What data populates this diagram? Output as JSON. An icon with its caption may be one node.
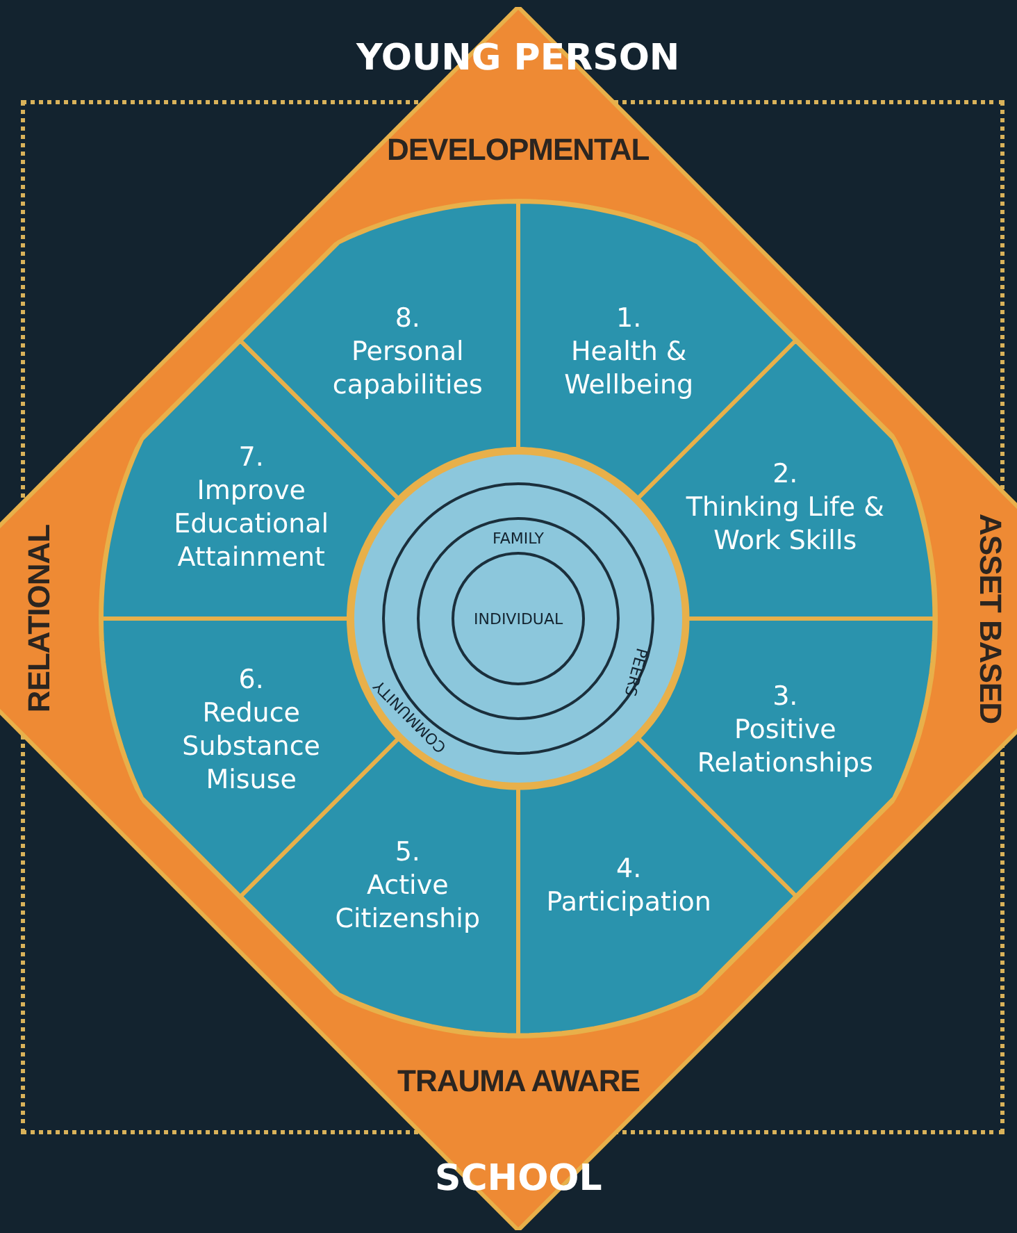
{
  "diagram": {
    "nodes": [
      {
        "text": [
          "DEVELOPMENTAL",
          "ASSET BASED",
          "TRAUMA AWARE",
          "RELATIONAL"
        ]
      },
      {
        "text": [],
        "shape": "circle",
        "in": 0
      },
      {
        "text": [
          "1.",
          "Health & Wellbeing"
        ],
        "in": 1
      },
      {
        "text": [
          "2.",
          "Thinking Life & Work Skills"
        ],
        "in": 1
      },
      {
        "text": [
          "3.",
          "Positive Relationships"
        ],
        "in": 1
      },
      {
        "text": [
          "4.",
          "Participation"
        ],
        "in": 1
      },
      {
        "text": [
          "5.",
          "Active Citizenship"
        ],
        "in": 1
      },
      {
        "text": [
          "6.",
          "Reduce Substance Misuse"
        ],
        "in": 1
      },
      {
        "text": [
          "7.",
          "Improve Educational Attainment"
        ],
        "in": 1
      },
      {
        "text": [
          "8.",
          "Personal capabilities"
        ],
        "in": 1
      },
      {
        "text": [
          "COMMUNITY"
        ],
        "in": 1
      },
      {
        "text": [
          "PEERS"
        ],
        "in": 10
      },
      {
        "text": [
          "FAMILY"
        ],
        "in": 11
      },
      {
        "text": [
          "INDIVIDUAL"
        ],
        "in": 12
      }
    ],
    "labels": [
      "YOUNG PERSON",
      "SCHOOL"
    ]
  }
}
